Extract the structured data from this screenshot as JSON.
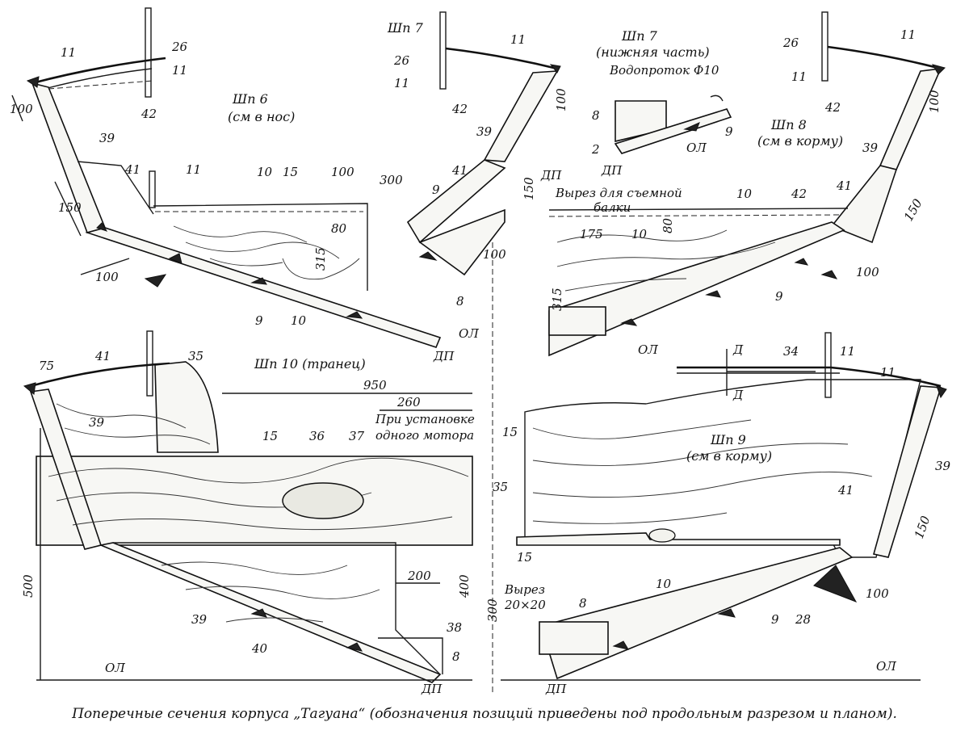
{
  "caption": "Поперечные сечения корпуса „Тагуана“ (обозначения позиций приведены под продольным разрезом и планом).",
  "sections": {
    "shp6": {
      "title": "Шп 6",
      "subtitle": "(см в нос)"
    },
    "shp7": {
      "title": "Шп 7"
    },
    "shp7_lower": {
      "title": "Шп 7",
      "subtitle": "(нижняя часть)",
      "note": "Водопроток Ф10"
    },
    "shp8": {
      "title": "Шп 8",
      "subtitle": "(см в корму)"
    },
    "shp10": {
      "title": "Шп 10 (транец)",
      "note_line1": "При установке",
      "note_line2": "одного мотора"
    },
    "shp9": {
      "title": "Шп 9",
      "subtitle": "(см в корму)"
    },
    "cutout_beam": {
      "line1": "Вырез для съемной",
      "line2": "балки"
    },
    "cutout_small": {
      "line1": "Вырез",
      "line2": "20×20"
    }
  },
  "labels": {
    "ol": "ОЛ",
    "dp": "ДП",
    "d": "Д",
    "p2": "2",
    "p8": "8",
    "p9": "9",
    "p10": "10",
    "p11": "11",
    "p15": "15",
    "p26": "26",
    "p28": "28",
    "p34": "34",
    "p35": "35",
    "p36": "36",
    "p37": "37",
    "p38": "38",
    "p39": "39",
    "p40": "40",
    "p41": "41",
    "p42": "42"
  },
  "dimensions": {
    "d75": "75",
    "d80": "80",
    "d100": "100",
    "d150": "150",
    "d175": "175",
    "d200": "200",
    "d260": "260",
    "d300": "300",
    "d315": "315",
    "d400": "400",
    "d500": "500",
    "d950": "950"
  }
}
